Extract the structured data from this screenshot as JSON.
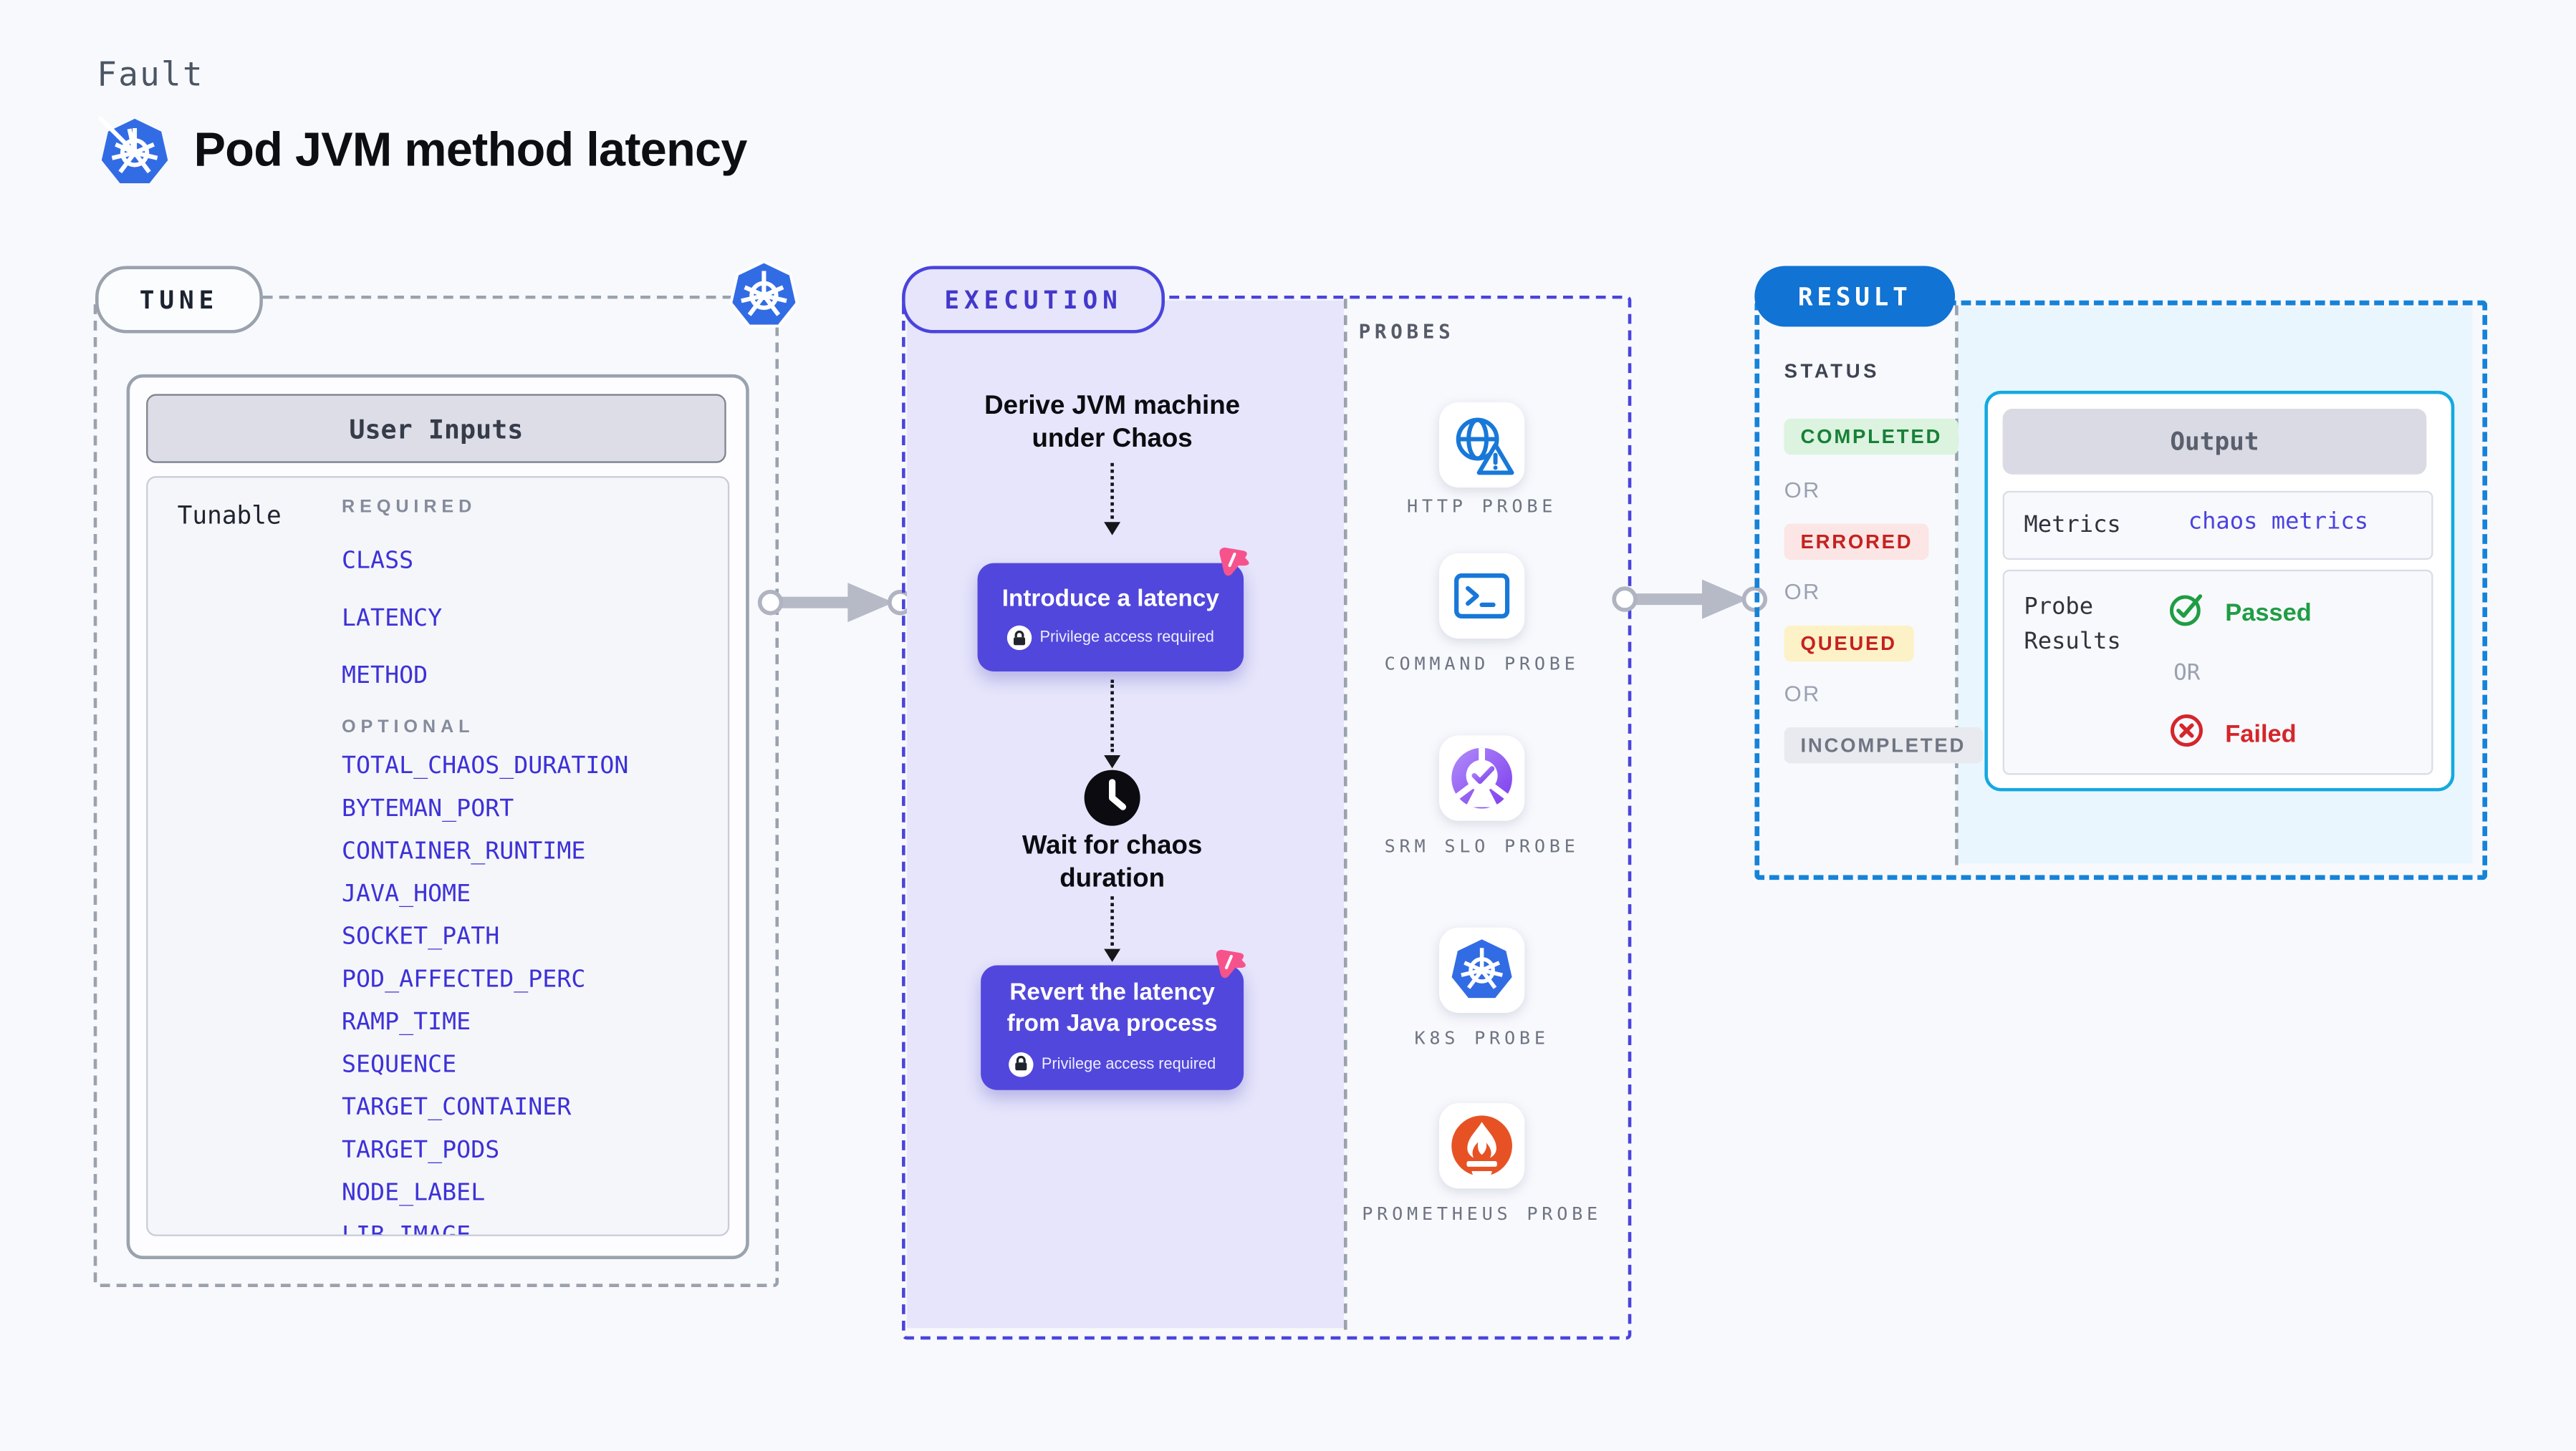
{
  "page": {
    "kicker": "Fault",
    "title": "Pod JVM method latency"
  },
  "tune": {
    "tab": "TUNE",
    "panel_title": "User Inputs",
    "row_label": "Tunable",
    "required_label": "REQUIRED",
    "optional_label": "OPTIONAL",
    "required": [
      "CLASS",
      "LATENCY",
      "METHOD"
    ],
    "optional": [
      "TOTAL_CHAOS_DURATION",
      "BYTEMAN_PORT",
      "CONTAINER_RUNTIME",
      "JAVA_HOME",
      "SOCKET_PATH",
      "POD_AFFECTED_PERC",
      "RAMP_TIME",
      "SEQUENCE",
      "TARGET_CONTAINER",
      "TARGET_PODS",
      "NODE_LABEL",
      "LIB_IMAGE"
    ]
  },
  "execution": {
    "tab": "EXECUTION",
    "derive_step": "Derive JVM machine under Chaos",
    "introduce_step": "Introduce a latency",
    "wait_step": "Wait for chaos duration",
    "revert_step": "Revert the latency from Java process",
    "privilege_note": "Privilege access required"
  },
  "probes": {
    "label": "PROBES",
    "items": [
      {
        "label": "HTTP PROBE",
        "icon": "globe-alert-icon"
      },
      {
        "label": "COMMAND PROBE",
        "icon": "terminal-icon"
      },
      {
        "label": "SRM SLO PROBE",
        "icon": "slo-gauge-icon"
      },
      {
        "label": "K8S PROBE",
        "icon": "kubernetes-icon"
      },
      {
        "label": "PROMETHEUS PROBE",
        "icon": "prometheus-flame-icon"
      }
    ]
  },
  "result": {
    "tab": "RESULT",
    "status_label": "STATUS",
    "or_label": "OR",
    "statuses": [
      {
        "label": "COMPLETED",
        "type": "success"
      },
      {
        "label": "ERRORED",
        "type": "error"
      },
      {
        "label": "QUEUED",
        "type": "warning"
      },
      {
        "label": "INCOMPLETED",
        "type": "neutral"
      }
    ],
    "output": {
      "title": "Output",
      "metrics_label": "Metrics",
      "metrics_value": "chaos metrics",
      "probe_results_label": "Probe Results",
      "passed_label": "Passed",
      "or_label": "OR",
      "failed_label": "Failed"
    }
  },
  "colors": {
    "background": "#f8f9fd",
    "tune_dash": "#9aa2ad",
    "execution_accent": "#4a44dd",
    "execution_fill": "#e6e5fb",
    "node_button": "#5247dc",
    "chaos_pink": "#f6538c",
    "result_accent": "#1583d8",
    "result_fill": "#e9f6fd",
    "output_border": "#14a9e0",
    "tunable_link": "#3d31d8",
    "kubernetes_blue": "#326ce5",
    "prometheus_orange": "#e75225",
    "passed_green": "#1f9d44",
    "failed_red": "#d5262b"
  }
}
